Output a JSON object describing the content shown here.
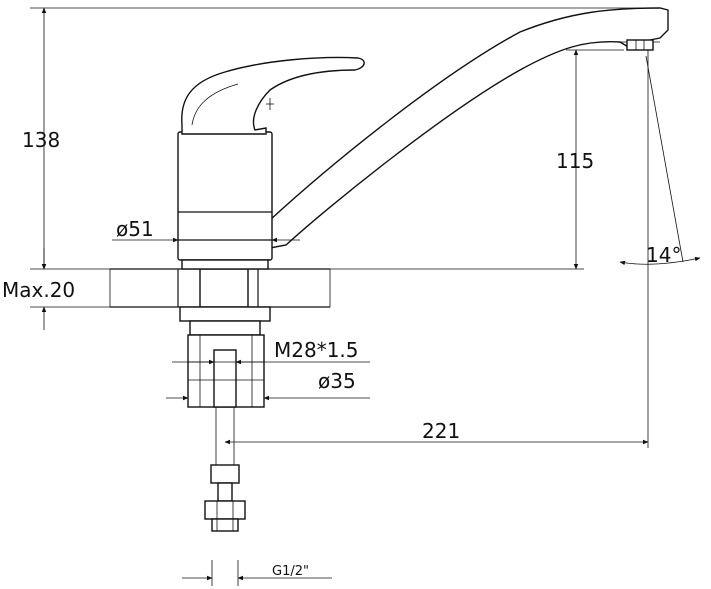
{
  "dimensions": {
    "height_total": "138",
    "spout_height": "115",
    "body_diameter": "ø51",
    "max_thickness": "Max.20",
    "thread": "M28*1.5",
    "shank_diameter": "ø35",
    "reach": "221",
    "spout_angle": "14°",
    "hose_connection": "G1/2\""
  }
}
